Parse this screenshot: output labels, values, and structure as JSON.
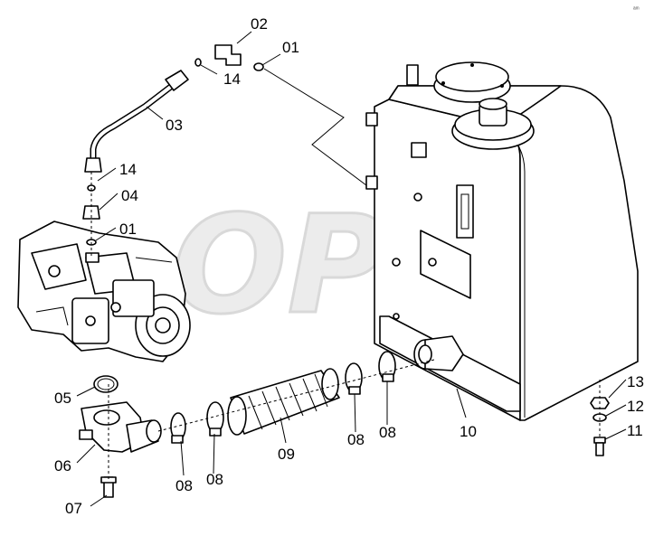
{
  "watermark": "OPEX",
  "corner_mark": "ᵃᵐ",
  "callouts": {
    "c02": "02",
    "c01a": "01",
    "c14a": "14",
    "c03": "03",
    "c14b": "14",
    "c04": "04",
    "c01b": "01",
    "c05": "05",
    "c06": "06",
    "c07": "07",
    "c08a": "08",
    "c08b": "08",
    "c09": "09",
    "c08c": "08",
    "c08d": "08",
    "c10": "10",
    "c13": "13",
    "c12": "12",
    "c11": "11"
  }
}
